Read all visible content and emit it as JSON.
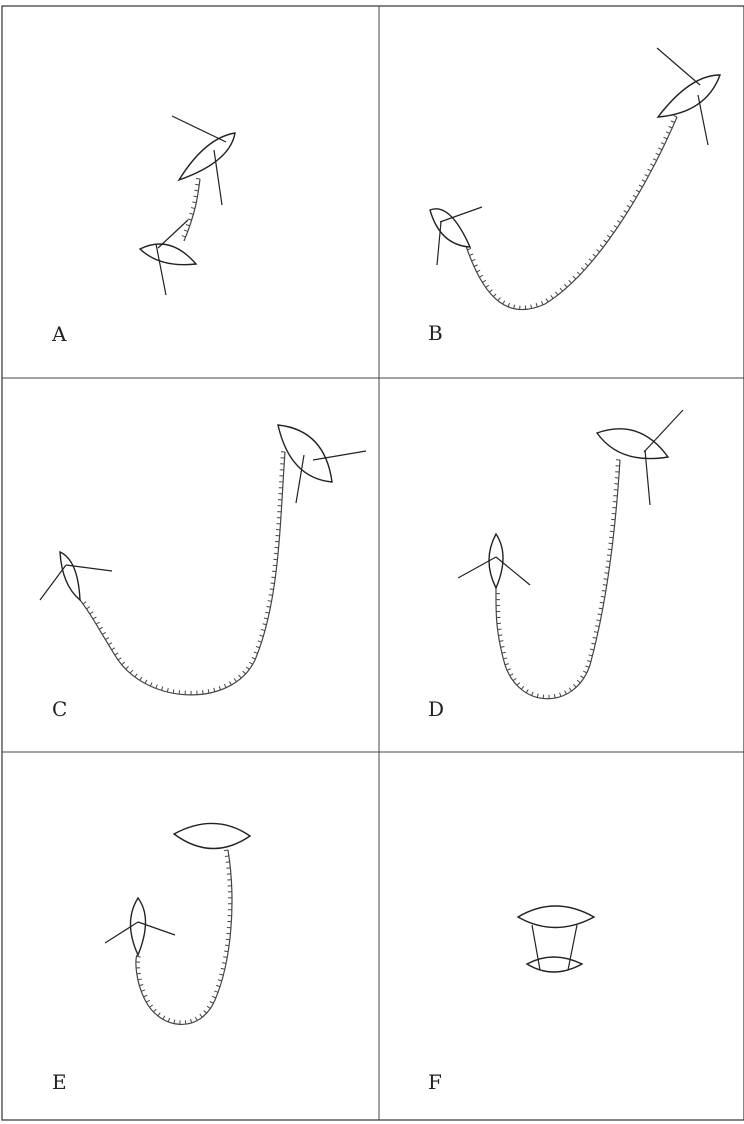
{
  "panels": [
    {
      "id": "A",
      "label": "A"
    },
    {
      "id": "B",
      "label": "B"
    },
    {
      "id": "C",
      "label": "C"
    },
    {
      "id": "D",
      "label": "D"
    },
    {
      "id": "E",
      "label": "E"
    },
    {
      "id": "F",
      "label": "F"
    }
  ],
  "colors": {
    "ink": "#222222",
    "background": "#ffffff"
  }
}
